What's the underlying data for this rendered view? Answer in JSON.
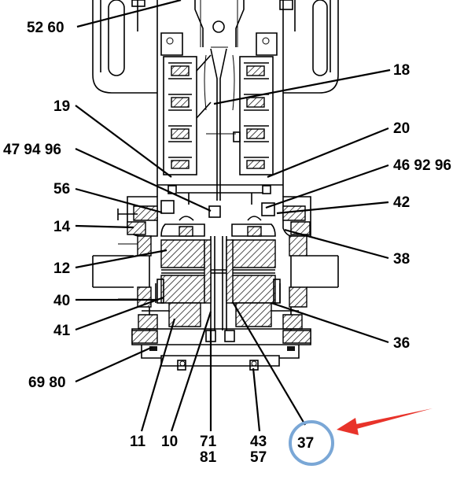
{
  "diagram": {
    "callouts": {
      "c5260": "52 60",
      "c18": "18",
      "c19": "19",
      "c20": "20",
      "c479496": "47 94 96",
      "c469296": "46 92 96",
      "c56": "56",
      "c42": "42",
      "c14": "14",
      "c38": "38",
      "c12": "12",
      "c40": "40",
      "c41": "41",
      "c36": "36",
      "c6980": "69 80",
      "c11": "11",
      "c10": "10",
      "c71": "71",
      "c81": "81",
      "c43": "43",
      "c57": "57",
      "c37": "37"
    },
    "highlight": {
      "target": "37",
      "circle_color": "#7aa7d6",
      "arrow_color": "#e8332a"
    }
  }
}
